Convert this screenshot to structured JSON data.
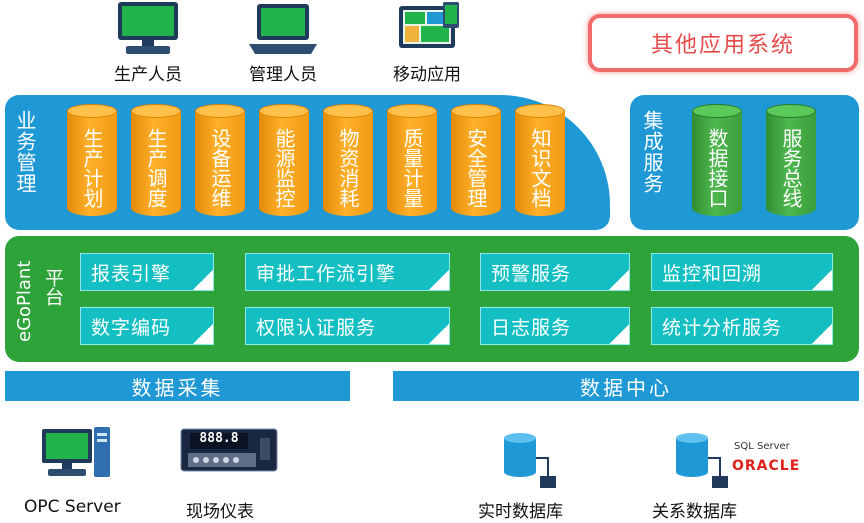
{
  "users": [
    {
      "label": "生产人员",
      "icon": "desktop-monitor-icon"
    },
    {
      "label": "管理人员",
      "icon": "laptop-icon"
    },
    {
      "label": "移动应用",
      "icon": "tablet-app-icon"
    }
  ],
  "other_systems": "其他应用系统",
  "business": {
    "title": "业务管理",
    "modules": [
      "生产计划",
      "生产调度",
      "设备运维",
      "能源监控",
      "物资消耗",
      "质量计量",
      "安全管理",
      "知识文档"
    ]
  },
  "integration": {
    "title": "集成服务",
    "modules": [
      "数据接口",
      "服务总线"
    ]
  },
  "platform": {
    "name": "eGoPlant",
    "title": "平台",
    "services": [
      "报表引擎",
      "审批工作流引擎",
      "预警服务",
      "监控和回溯",
      "数字编码",
      "权限认证服务",
      "日志服务",
      "统计分析服务"
    ]
  },
  "data_bars": [
    "数据采集",
    "数据中心"
  ],
  "sources": [
    {
      "label": "OPC Server",
      "icon": "opc-server-computer-icon"
    },
    {
      "label": "现场仪表",
      "icon": "field-instrument-icon",
      "display": "888.8"
    },
    {
      "label": "实时数据库",
      "icon": "database-server-icon"
    },
    {
      "label": "关系数据库",
      "icon": "database-server-icon",
      "vendor1": "SQL Server",
      "vendor2": "ORACLE"
    }
  ],
  "colors": {
    "panel_blue": "#1f98d6",
    "platform_green": "#2ea33a",
    "cylinder_orange": "#ffb02a",
    "cylinder_green": "#4fb84f",
    "service_teal": "#14bfc4",
    "highlight_red": "#f26b6b"
  }
}
